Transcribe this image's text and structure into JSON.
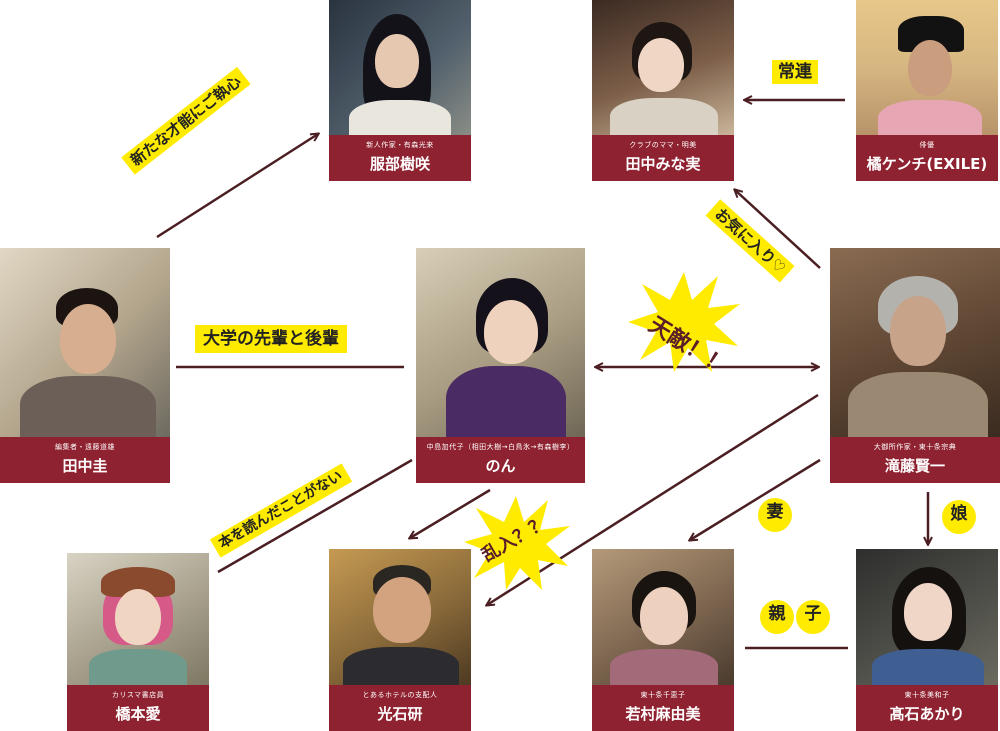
{
  "characters": {
    "hattori": {
      "role": "新人作家・有森光来",
      "name": "服部樹咲"
    },
    "tanaka_minami": {
      "role": "クラブのママ・明美",
      "name": "田中みな実"
    },
    "tachibana": {
      "role": "俳優",
      "name": "橘ケンチ(EXILE)"
    },
    "tanaka_kei": {
      "role": "編集者・遠藤道雄",
      "name": "田中圭"
    },
    "non": {
      "role": "中島加代子（相田大樹→白鳥氷→有森樹李）",
      "name": "のん"
    },
    "takito": {
      "role": "大御所作家・東十条宗典",
      "name": "滝藤賢一"
    },
    "hashimoto": {
      "role": "カリスマ書店員",
      "name": "橋本愛"
    },
    "mitsuishi": {
      "role": "とあるホテルの支配人",
      "name": "光石研"
    },
    "wakamura": {
      "role": "東十条千恵子",
      "name": "若村麻由美"
    },
    "takaishi": {
      "role": "東十条美和子",
      "name": "髙石あかり"
    }
  },
  "relations": {
    "new_talent": "新たな才能にご執心",
    "regular": "常連",
    "favorite": "お気に入り♡",
    "senior_junior": "大学の先輩と後輩",
    "enemy": "天敵！！",
    "intrusion": "乱入？？",
    "never_read": "本を読んだことがない",
    "wife": "妻",
    "daughter": "娘",
    "parent_child_1": "親",
    "parent_child_2": "子"
  },
  "colors": {
    "plate": "#8f2230",
    "line": "#4a1e22",
    "label_bg": "#ffeb00"
  }
}
